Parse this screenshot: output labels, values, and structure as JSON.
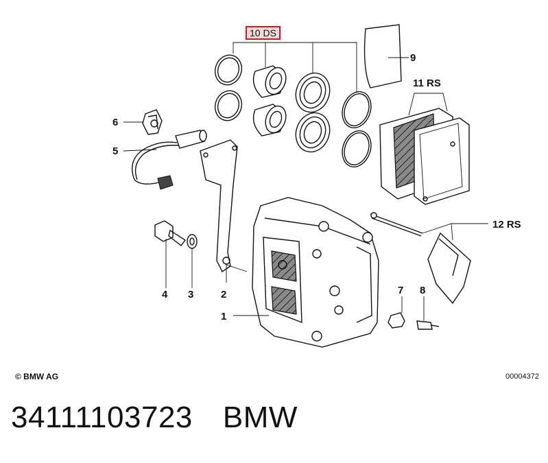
{
  "diagram": {
    "callouts": {
      "c1": "1",
      "c2": "2",
      "c3": "3",
      "c4": "4",
      "c5": "5",
      "c6": "6",
      "c7": "7",
      "c8": "8",
      "c9": "9",
      "c10": "10  DS",
      "c11": "11  RS",
      "c12": "12  RS"
    },
    "copyright": "© BMW AG",
    "drawing_number": "00004372"
  },
  "footer": {
    "part_number": "34111103723",
    "brand": "BMW"
  },
  "colors": {
    "highlight_border": "#d11a1a",
    "highlight_fill": "#f6dada",
    "ink": "#111111"
  }
}
